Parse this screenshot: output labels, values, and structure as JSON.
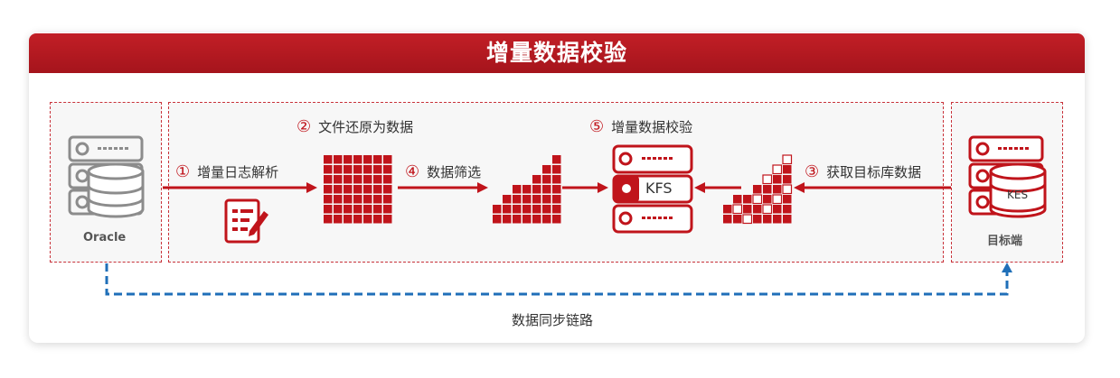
{
  "title": "增量数据校验",
  "source": {
    "label": "Oracle"
  },
  "target": {
    "label": "目标端",
    "db_label": "KES"
  },
  "center_label": "KFS",
  "steps": [
    {
      "num": "①",
      "text": "增量日志解析"
    },
    {
      "num": "②",
      "text": "文件还原为数据"
    },
    {
      "num": "④",
      "text": "数据筛选"
    },
    {
      "num": "⑤",
      "text": "增量数据校验"
    },
    {
      "num": "③",
      "text": "获取目标库数据"
    }
  ],
  "sync_label": "数据同步链路",
  "colors": {
    "accent": "#c0141b",
    "gray": "#8c8c8c",
    "blue": "#1f6fb8"
  }
}
